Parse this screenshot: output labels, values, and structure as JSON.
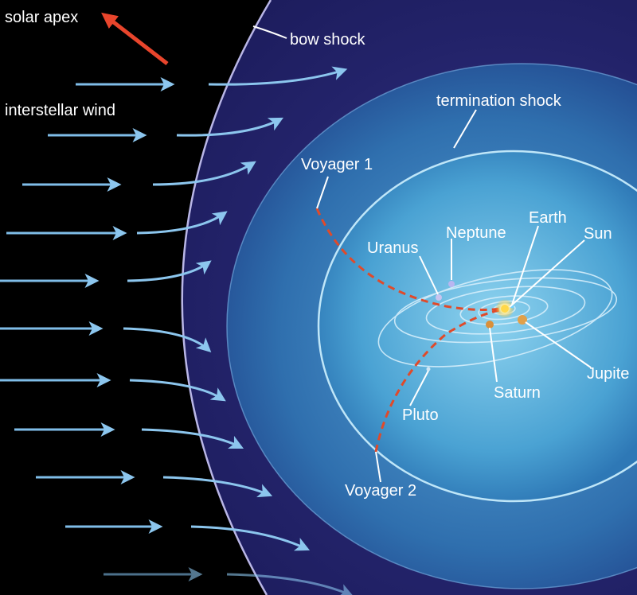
{
  "labels": {
    "solar_apex": "solar apex",
    "interstellar_wind": "interstellar wind",
    "bow_shock": "bow shock",
    "termination_shock": "termination shock",
    "voyager_1": "Voyager 1",
    "voyager_2": "Voyager 2",
    "neptune": "Neptune",
    "uranus": "Uranus",
    "earth": "Earth",
    "sun": "Sun",
    "jupiter": "Jupite",
    "saturn": "Saturn",
    "pluto": "Pluto"
  },
  "colors": {
    "background": "#000000",
    "heliosheath": "#1c1c5e",
    "heliosphere_outer": "#2f7fb8",
    "heliosphere_inner": "#5db8de",
    "wind_arrow": "#7fbde8",
    "voyager_path": "#e04a2a",
    "apex_arrow": "#e8452c",
    "label": "#ffffff"
  }
}
